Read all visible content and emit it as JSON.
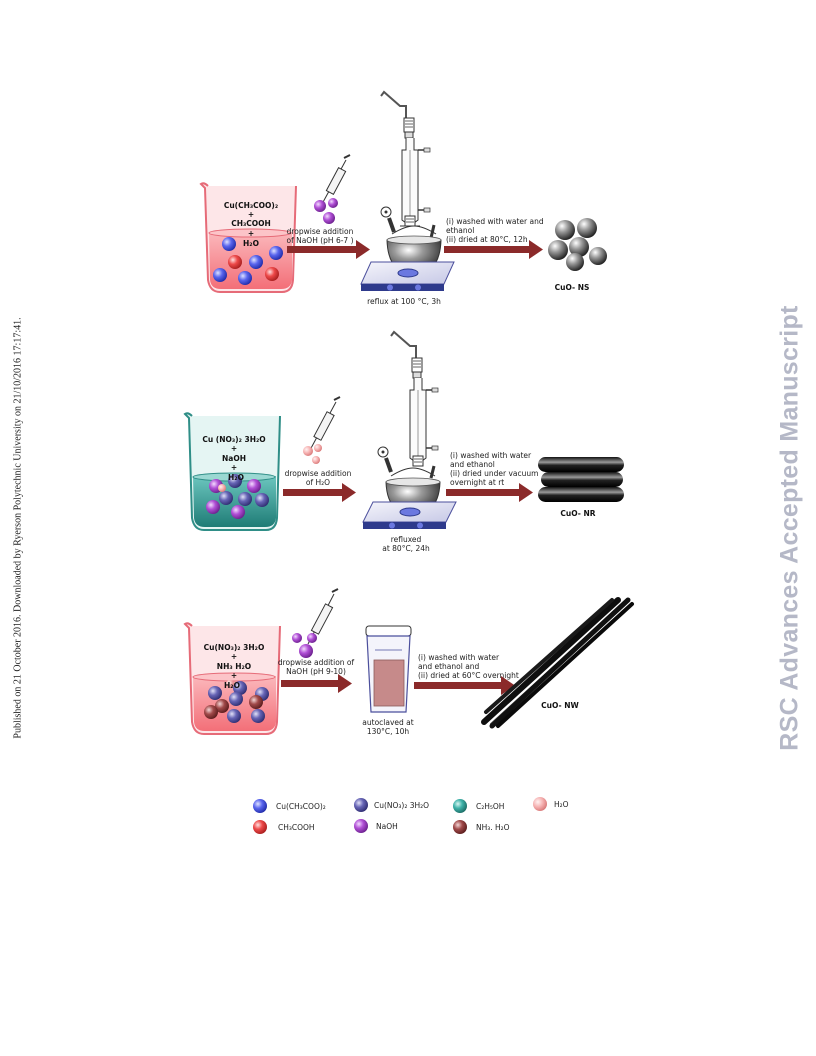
{
  "side_note": "Published on 21 October 2016. Downloaded by Ryerson Polytechnic University on 21/10/2016 17:17:41.",
  "watermark": "RSC Advances Accepted Manuscript",
  "row1": {
    "beaker_line1": "Cu(CH₃COO)₂",
    "beaker_plus1": "+",
    "beaker_line2": "CH₃COOH",
    "beaker_plus2": "+",
    "beaker_water": "H₂O",
    "step1_line1": "dropwise addition",
    "step1_line2": "of NaOH (pH 6-7 )",
    "reflux": "reflux at 100 °C, 3h",
    "wash_line1": "(i) washed with water and",
    "wash_line2": "ethanol",
    "wash_line3": "(ii) dried at 80°C, 12h",
    "product": "CuO- NS"
  },
  "row2": {
    "beaker_line1": "Cu (NO₃)₂ 3H₂O",
    "beaker_plus1": "+",
    "beaker_line2": "NaOH",
    "beaker_plus2": "+",
    "beaker_water": "H₂O",
    "step1_line1": "dropwise addition",
    "step1_line2": "of H₂O",
    "reflux_line1": "refluxed",
    "reflux_line2": "at 80°C, 24h",
    "wash_line1": "(i)   washed with water",
    "wash_line2": "and ethanol",
    "wash_line3": "(ii) dried under vacuum",
    "wash_line4": "overnight at rt",
    "product": "CuO- NR"
  },
  "row3": {
    "beaker_line1": "Cu(NO₃)₂ 3H₂O",
    "beaker_plus1": "+",
    "beaker_line2": "NH₃   H₂O",
    "beaker_plus2": "+",
    "beaker_water": "H₂O",
    "step1_line1": "dropwise addition of",
    "step1_line2": "NaOH (pH 9-10)",
    "autoclave_line1": "autoclaved at",
    "autoclave_line2": "130°C, 10h",
    "wash_line1": "(i)   washed with water",
    "wash_line2": "and ethanol and",
    "wash_line3": "(ii) dried at 60°C  overnight",
    "product": "CuO- NW"
  },
  "legend": [
    {
      "label": "Cu(CH₃COO)₂",
      "color": "#3a48d8"
    },
    {
      "label": "Cu(NO₃)₂ 3H₂O",
      "color": "#4c4a9c"
    },
    {
      "label": "C₂H₅OH",
      "color": "#3aa19a"
    },
    {
      "label": "H₂O",
      "color": "#f2a3a3"
    },
    {
      "label": "CH₃COOH",
      "color": "#e23838"
    },
    {
      "label": "NaOH",
      "color": "#a43cc4"
    },
    {
      "label": "NH₃. H₂O",
      "color": "#9a4040"
    }
  ],
  "colors": {
    "arrow": "#8b2a2a",
    "beaker_red": "#f47f86",
    "beaker_teal": "#3aa19a",
    "flask": "#444444"
  }
}
